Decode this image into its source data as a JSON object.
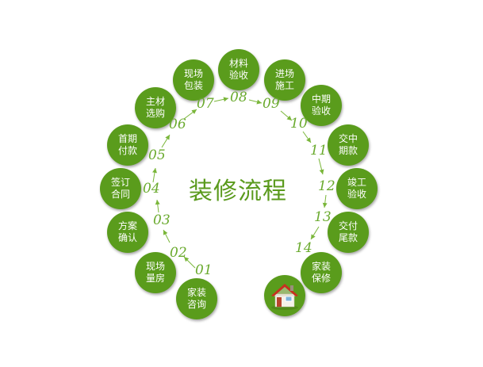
{
  "title": "装修流程",
  "colors": {
    "circle": "#5a9c1c",
    "number": "#6aaa2e",
    "arrow": "#7ab63a",
    "title": "#5a9a1c"
  },
  "steps": [
    {
      "num": "01",
      "label": "家装\n咨询"
    },
    {
      "num": "02",
      "label": "现场\n量房"
    },
    {
      "num": "03",
      "label": "方案\n确认"
    },
    {
      "num": "04",
      "label": "签订\n合同"
    },
    {
      "num": "05",
      "label": "首期\n付款"
    },
    {
      "num": "06",
      "label": "主材\n选购"
    },
    {
      "num": "07",
      "label": "现场\n包装"
    },
    {
      "num": "08",
      "label": "材料\n验收"
    },
    {
      "num": "09",
      "label": "进场\n施工"
    },
    {
      "num": "10",
      "label": "中期\n验收"
    },
    {
      "num": "11",
      "label": "交中\n期款"
    },
    {
      "num": "12",
      "label": "竣工\n验收"
    },
    {
      "num": "13",
      "label": "交付\n尾款"
    },
    {
      "num": "14",
      "label": "家装\n保修"
    }
  ],
  "end_icon": "house-icon"
}
